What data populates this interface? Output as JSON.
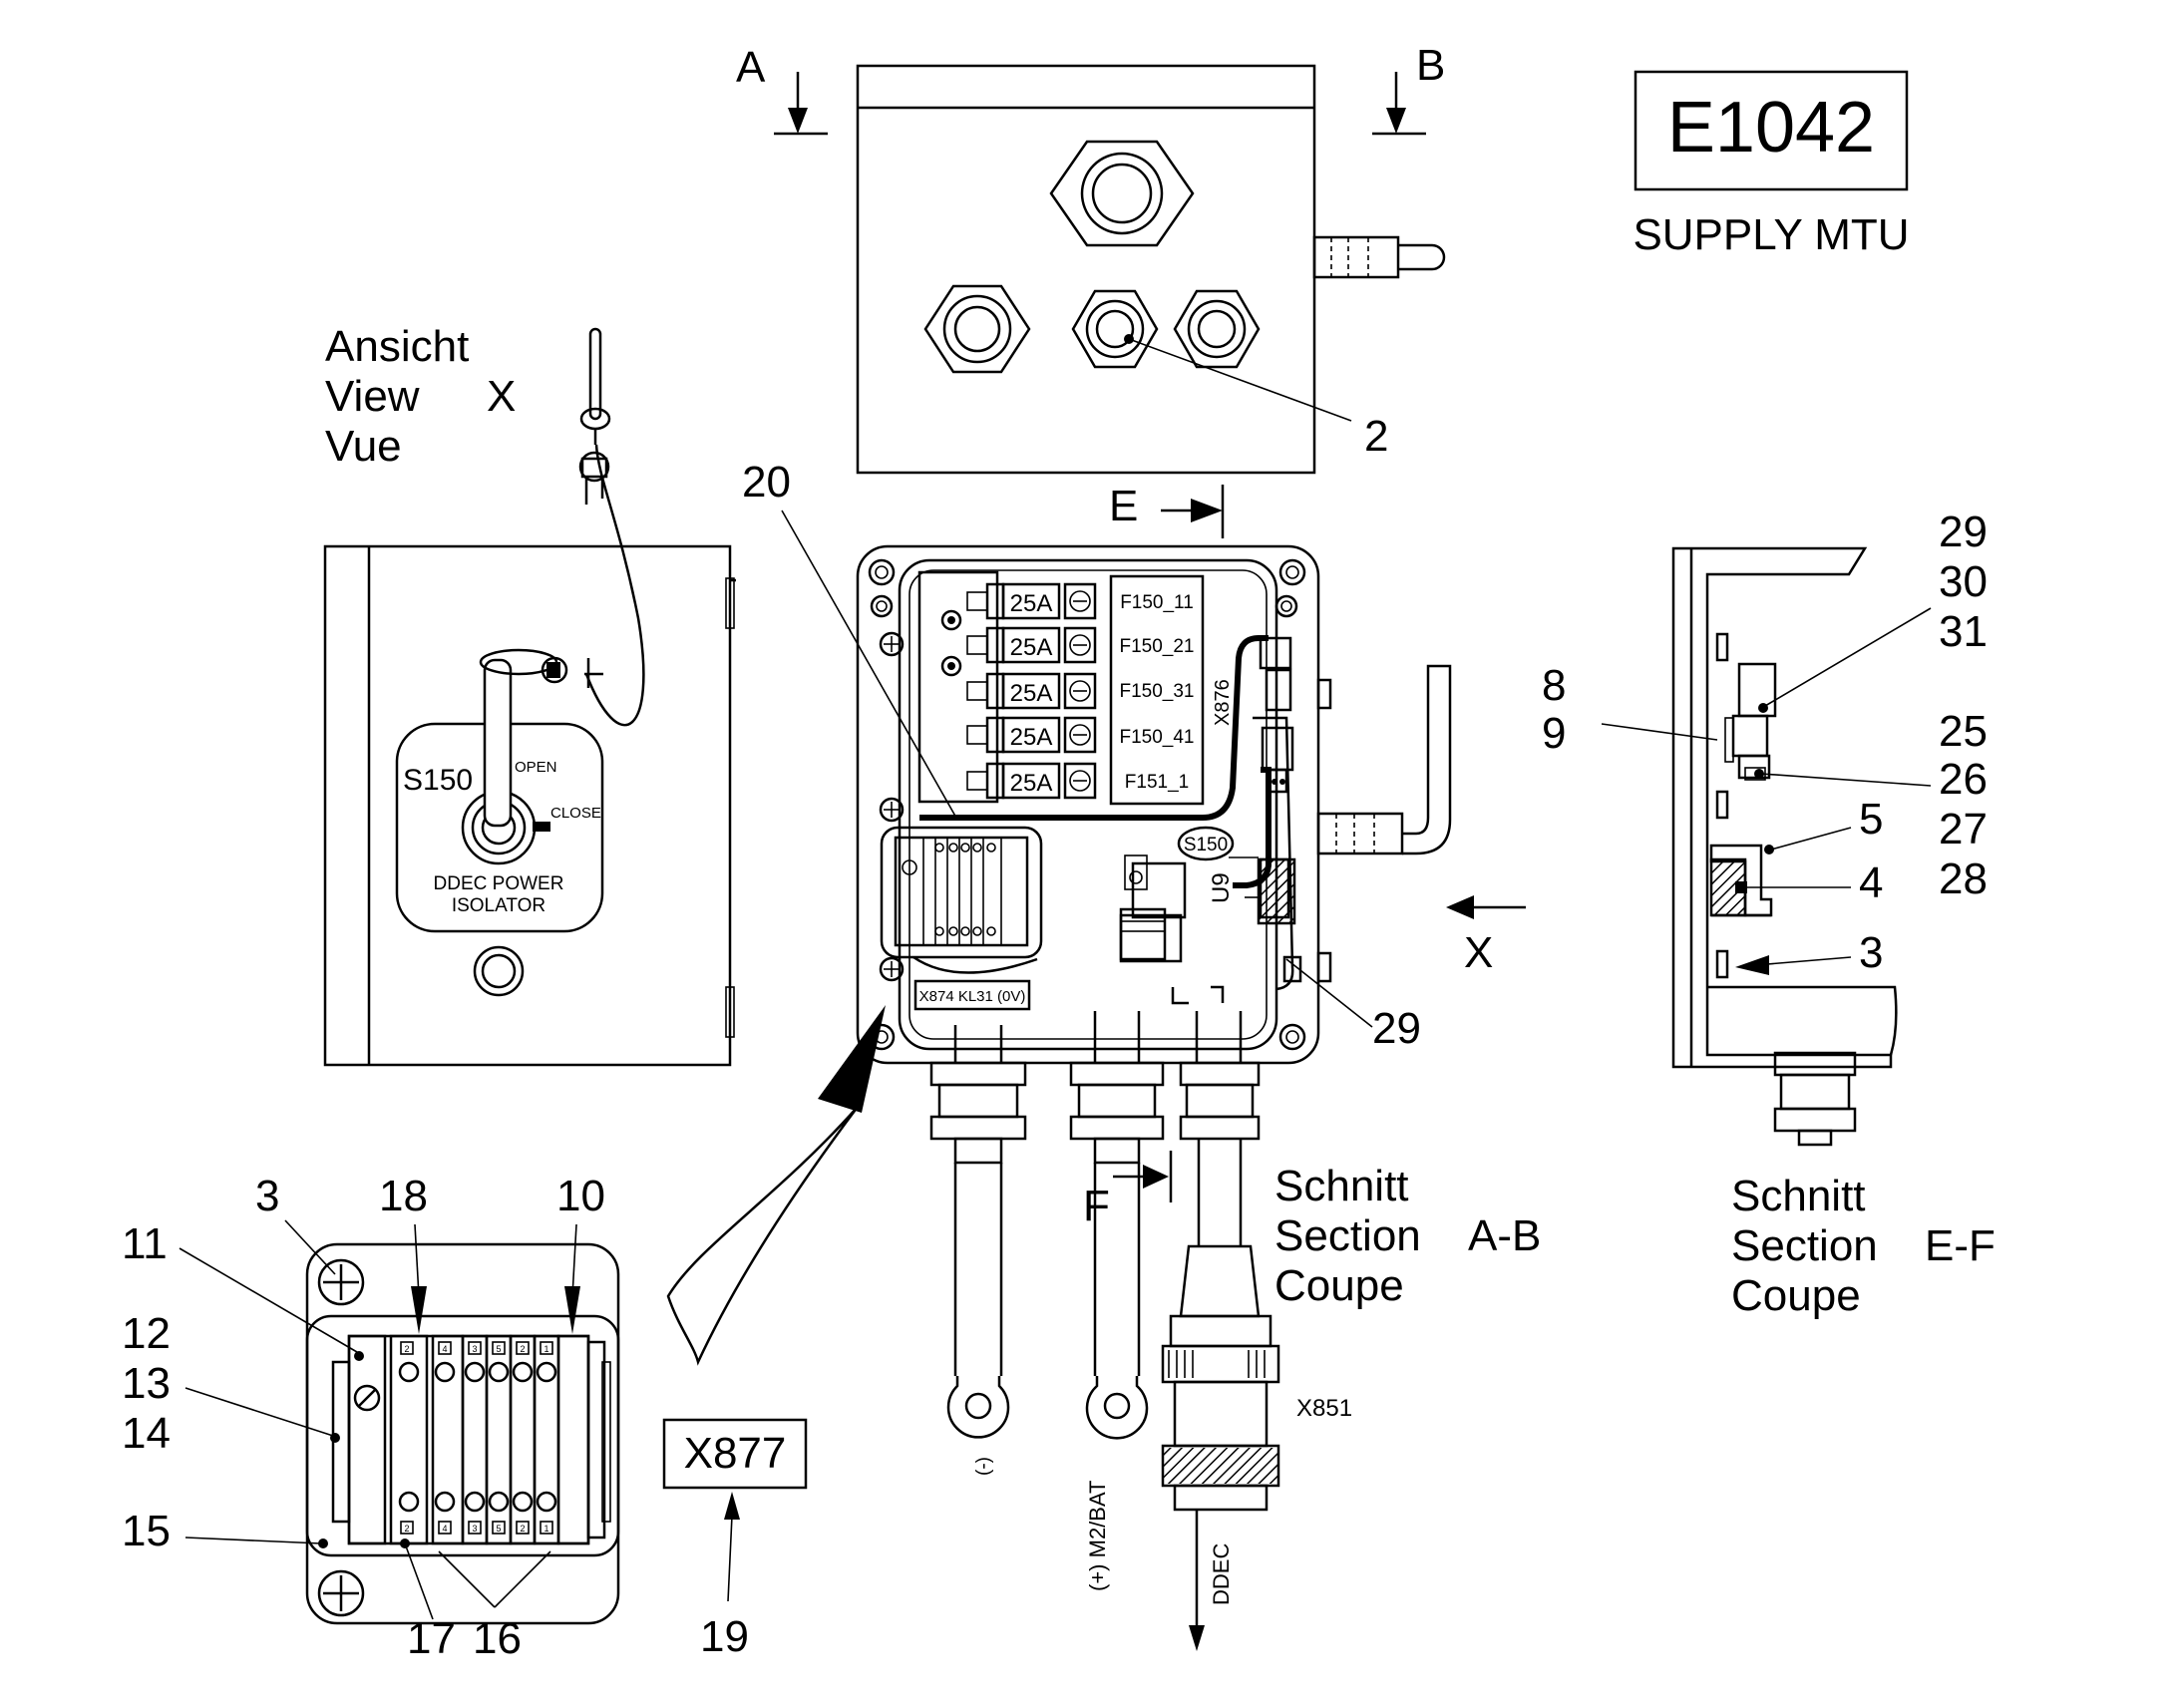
{
  "drawing": {
    "id": "E1042",
    "subtitle": "SUPPLY MTU"
  },
  "view_x": {
    "lines": [
      "Ansicht",
      "View",
      "Vue"
    ],
    "marker": "X",
    "switch_id": "S150",
    "open_label": "OPEN",
    "close_label": "CLOSE",
    "isolator_lines": [
      "DDEC POWER",
      "ISOLATOR"
    ]
  },
  "section_ab": {
    "lines": [
      "Schnitt",
      "Section",
      "Coupe"
    ],
    "marker": "A-B",
    "arrow_a": "A",
    "arrow_b": "B",
    "arrow_e": "E",
    "arrow_f": "F",
    "arrow_x": "X"
  },
  "section_ef": {
    "lines": [
      "Schnitt",
      "Section",
      "Coupe"
    ],
    "marker": "E-F"
  },
  "fuses": [
    {
      "rating": "25A",
      "label": "F150_11"
    },
    {
      "rating": "25A",
      "label": "F150_21"
    },
    {
      "rating": "25A",
      "label": "F150_31"
    },
    {
      "rating": "25A",
      "label": "F150_41"
    },
    {
      "rating": "25A",
      "label": "F151_1"
    }
  ],
  "connectors": {
    "x876": "X876",
    "s150": "S150",
    "u9": "U9",
    "x874": "X874 KL31 (0V)",
    "x877": "X877",
    "x851": "X851"
  },
  "cables": {
    "neg": "(-)",
    "pos": "(+) M2/BAT",
    "ddec": "DDEC"
  },
  "item_numbers": {
    "p2": "2",
    "p20": "20",
    "p29a": "29",
    "p3a": "3",
    "p18": "18",
    "p10": "10",
    "p11": "11",
    "p12": "12",
    "p13": "13",
    "p14": "14",
    "p15": "15",
    "p17": "17",
    "p16": "16",
    "p19": "19",
    "p29b": "29",
    "p30": "30",
    "p31": "31",
    "p8": "8",
    "p9": "9",
    "p25": "25",
    "p26": "26",
    "p5": "5",
    "p27": "27",
    "p4": "4",
    "p28": "28",
    "p3b": "3"
  },
  "terminal_marks_top": [
    "2",
    "4",
    "3",
    "5",
    "2",
    "1"
  ],
  "terminal_marks_bottom": [
    "2",
    "4",
    "3",
    "5",
    "2",
    "1"
  ]
}
